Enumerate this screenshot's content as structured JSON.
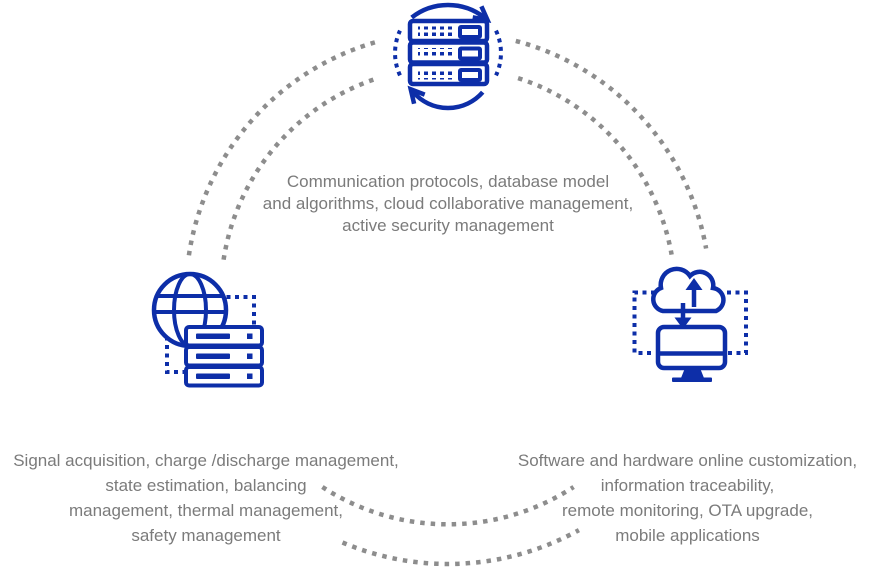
{
  "colors": {
    "accent_blue": "#0d2ea8",
    "connector_gray": "#8d8d8d",
    "text_gray": "#7b7b7b",
    "background": "#ffffff"
  },
  "diagram": {
    "type": "circular-trio-diagram",
    "connectors": "dashed-arcs",
    "nodes": {
      "top": {
        "icon": "server-rack-sync-icon",
        "lines": [
          "Communication protocols, database model",
          "and algorithms, cloud collaborative management,",
          "active security management"
        ]
      },
      "left": {
        "icon": "globe-server-icon",
        "lines": [
          "Signal acquisition, charge /discharge management,",
          "state estimation, balancing",
          "management, thermal management,",
          "safety management"
        ]
      },
      "right": {
        "icon": "cloud-monitor-sync-icon",
        "lines": [
          "Software and hardware online customization,",
          "information traceability,",
          "remote monitoring, OTA upgrade,",
          "mobile applications"
        ]
      }
    }
  }
}
